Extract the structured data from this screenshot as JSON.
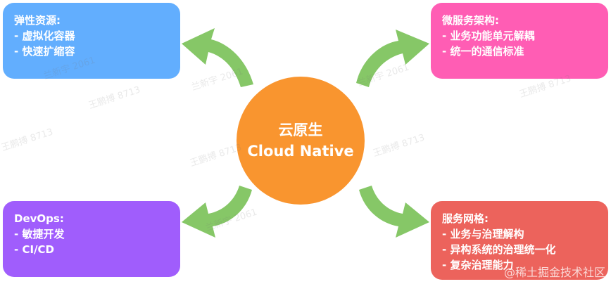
{
  "colors": {
    "top_left": "#62aefe",
    "top_right": "#ff5db4",
    "bottom_left": "#a05dfc",
    "bottom_right": "#ec635c",
    "center": "#f9952f",
    "arrow": "#86c767"
  },
  "center": {
    "line1": "云原生",
    "line2": "Cloud Native"
  },
  "top_left": {
    "title": "弹性资源:",
    "items": [
      "- 虚拟化容器",
      "- 快速扩缩容"
    ]
  },
  "top_right": {
    "title": "微服务架构:",
    "items": [
      "- 业务功能单元解耦",
      "- 统一的通信标准"
    ]
  },
  "bottom_left": {
    "title": "DevOps:",
    "items": [
      "- 敏捷开发",
      "- CI/CD"
    ]
  },
  "bottom_right": {
    "title": "服务网格:",
    "items": [
      "- 业务与治理解构",
      "- 异构系统的治理统一化",
      "- 复杂治理能力"
    ]
  },
  "watermarks": [
    "兰新宇 2061",
    "王鹏搏 8713",
    "兰新宇 2061",
    "王鹏搏 8713",
    "王鹏搏 8713",
    "兰新宇 2061",
    "王鹏搏 8713",
    "兰新宇 2061",
    "王鹏搏 8713"
  ],
  "footer": "@稀土掘金技术社区"
}
